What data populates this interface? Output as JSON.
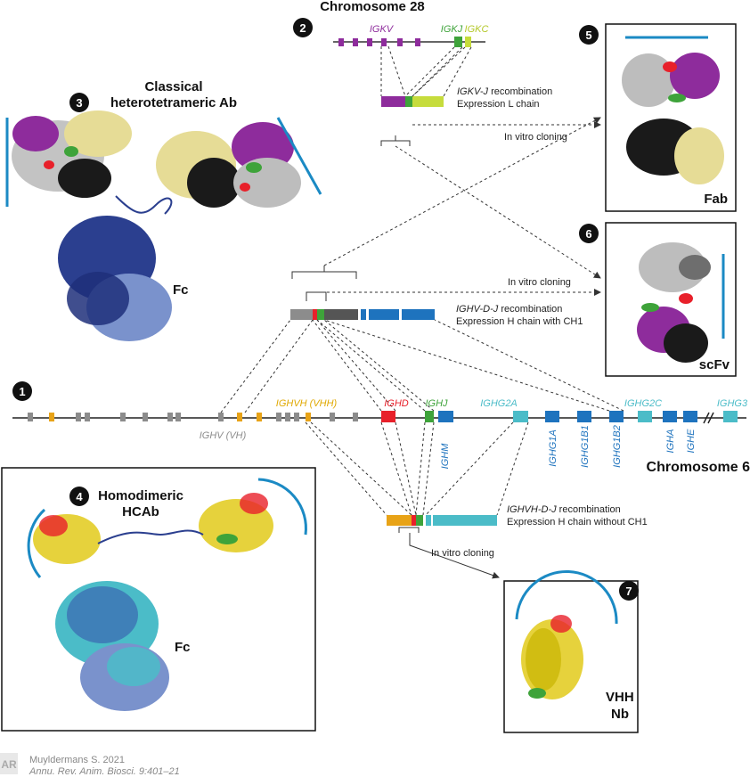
{
  "numbers": [
    "1",
    "2",
    "3",
    "4",
    "5",
    "6",
    "7"
  ],
  "titles": {
    "chr28": "Chromosome 28",
    "chr6": "Chromosome 6",
    "classical_1": "Classical",
    "classical_2": "heterotetrameric Ab",
    "homodimeric_1": "Homodimeric",
    "homodimeric_2": "HCAb",
    "fc": "Fc",
    "fab": "Fab",
    "scfv": "scFv",
    "vhh": "VHH",
    "nb": "Nb"
  },
  "chr28_genes": {
    "igkv": "IGKV",
    "igkj": "IGKJ",
    "igkc": "IGKC"
  },
  "chr6_genes": {
    "ighv": "IGHV (VH)",
    "ighvh": "IGHVH (VHH)",
    "ighd": "IGHD",
    "ighj": "IGHJ",
    "ighm": "IGHM",
    "ighg2a": "IGHG2A",
    "ighg1a": "IGHG1A",
    "ighg1b1": "IGHG1B1",
    "ighg1b2": "IGHG1B2",
    "ighg2c": "IGHG2C",
    "igha": "IGHA",
    "ighe": "IGHE",
    "ighg3": "IGHG3"
  },
  "annotations": {
    "l_recomb_gene": "IGKV-J",
    "l_recomb_rest": " recombination",
    "l_expr": "Expression L chain",
    "h_recomb_gene": "IGHV-D-J",
    "h_recomb_rest": " recombination",
    "h_expr": "Expression H chain with CH1",
    "hc_recomb_gene": "IGHVH-D-J",
    "hc_recomb_rest": " recombination",
    "hc_expr": "Expression H chain without CH1",
    "cloning_1": "In vitro cloning",
    "cloning_2": "In vitro cloning",
    "cloning_3": "In vitro cloning"
  },
  "credit": {
    "logo": "AR",
    "line1": "Muyldermans S. 2021",
    "line2": "Annu. Rev. Anim. Biosci. 9:401–21"
  },
  "colors": {
    "purple": "#8e2c9c",
    "green": "#3ea33a",
    "lime": "#c6dc3c",
    "gray": "#8c8c8c",
    "dark_gray": "#555555",
    "blue": "#1e73be",
    "cyan": "#4bbcc8",
    "red": "#e8202a",
    "orange": "#e8a317",
    "yellow_label": "#e0a800",
    "bracket_blue": "#1b8ac4"
  }
}
